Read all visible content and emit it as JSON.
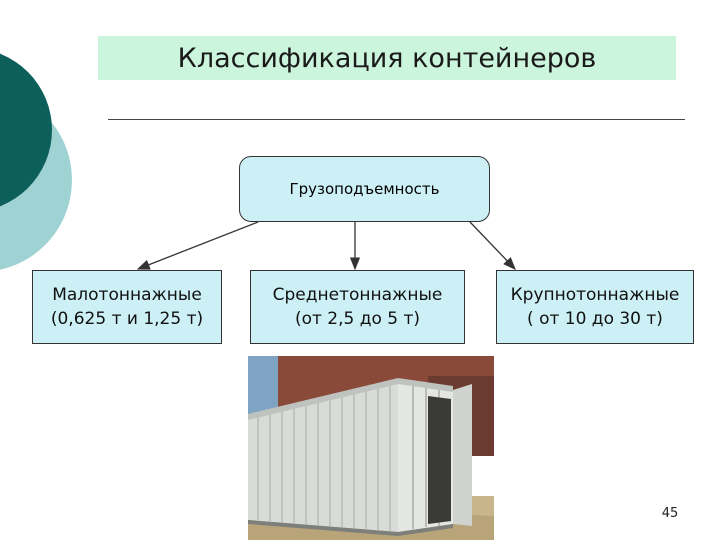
{
  "slide": {
    "title": "Классификация контейнеров",
    "page_number": "45"
  },
  "diagram": {
    "root": {
      "label": "Грузоподъемность"
    },
    "children": [
      {
        "line1": "Малотоннажные",
        "line2": "(0,625 т и 1,25 т)"
      },
      {
        "line1": "Среднетоннажные",
        "line2": "(от 2,5 до 5 т)"
      },
      {
        "line1": "Крупнотоннажные",
        "line2": "( от 10 до 30 т)"
      }
    ]
  },
  "colors": {
    "title_bg": "#ccf5dd",
    "box_bg": "#ccf0f5",
    "deco_dark": "#0d5f5c",
    "deco_light": "#9fd3d3",
    "arrow": "#333333"
  },
  "photo": {
    "subject": "shipping-container-photo"
  }
}
